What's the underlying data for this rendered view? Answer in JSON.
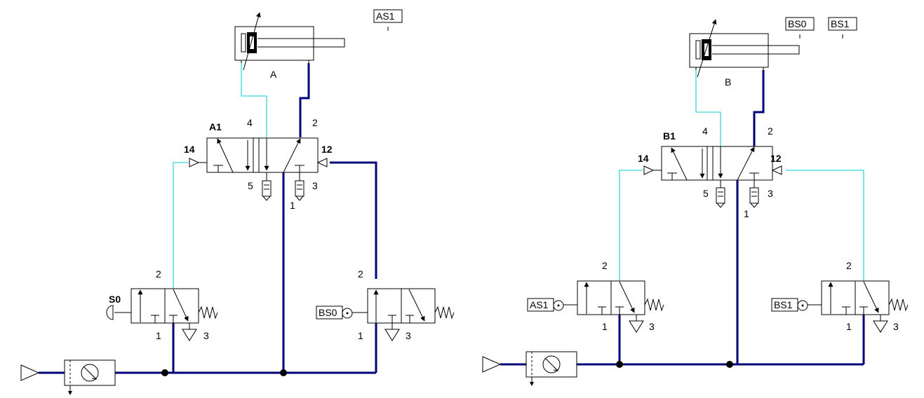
{
  "colors": {
    "pressure_line": "#00007a",
    "signal_line": "#33d6dc",
    "symbol": "#000000",
    "background": "#ffffff"
  },
  "circuit_a": {
    "cylinder_label": "A",
    "sensor_tag": "AS1",
    "valve_label": "A1",
    "valve_port_4": "4",
    "valve_port_2": "2",
    "valve_port_5": "5",
    "valve_port_3": "3",
    "valve_port_1": "1",
    "pilot_left": "14",
    "pilot_right": "12",
    "start_valve_label": "S0",
    "start_port_2": "2",
    "start_port_1": "1",
    "start_port_3": "3",
    "limit_valve_tag": "BS0",
    "limit_port_2": "2",
    "limit_port_1": "1",
    "limit_port_3": "3"
  },
  "circuit_b": {
    "cylinder_label": "B",
    "sensor_tag_0": "BS0",
    "sensor_tag_1": "BS1",
    "valve_label": "B1",
    "valve_port_4": "4",
    "valve_port_2": "2",
    "valve_port_5": "5",
    "valve_port_3": "3",
    "valve_port_1": "1",
    "pilot_left": "14",
    "pilot_right": "12",
    "left_valve_tag": "AS1",
    "left_port_2": "2",
    "left_port_1": "1",
    "left_port_3": "3",
    "right_valve_tag": "BS1",
    "right_port_2": "2",
    "right_port_1": "1",
    "right_port_3": "3"
  }
}
